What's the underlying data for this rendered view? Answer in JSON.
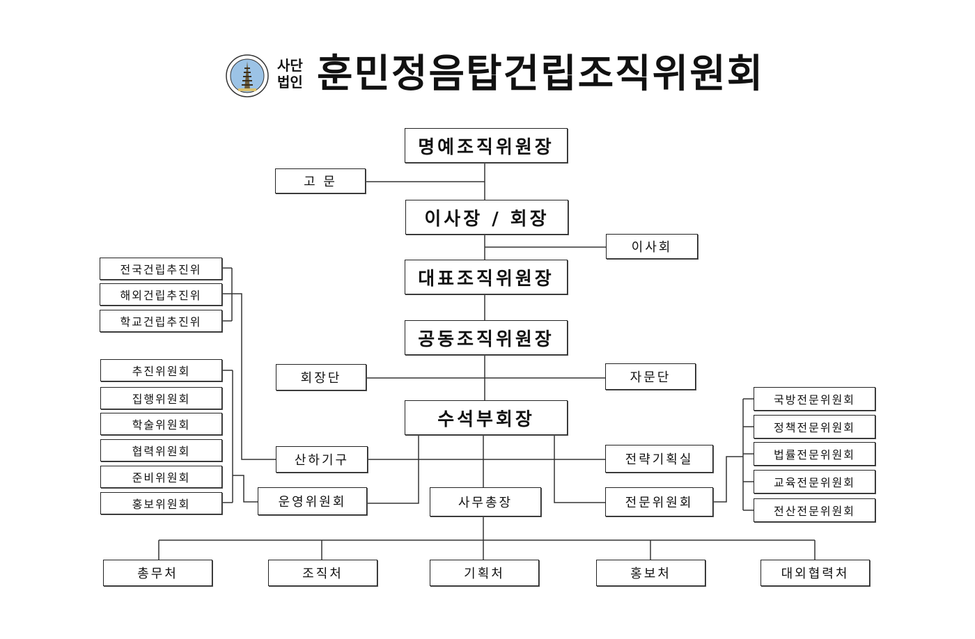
{
  "header": {
    "org_type": [
      "사단",
      "법인"
    ],
    "title": "훈민정음탑건립조직위원회"
  },
  "chart": {
    "honorary_chair": "명예조직위원장",
    "advisor": "고 문",
    "chairman": "이사장 / 회장",
    "board": "이사회",
    "representative_chair": "대표조직위원장",
    "co_chair": "공동조직위원장",
    "presidium": "회장단",
    "advisory_group": "자문단",
    "senior_vice_chair": "수석부회장",
    "affiliated_org": "산하기구",
    "strategy_office": "전략기획실",
    "steering_committee": "운영위원회",
    "secretary_general": "사무총장",
    "expert_committee": "전문위원회",
    "promotion_groups": [
      "전국건립추진위",
      "해외건립추진위",
      "학교건립추진위"
    ],
    "committees": [
      "추진위원회",
      "집행위원회",
      "학술위원회",
      "협력위원회",
      "준비위원회",
      "홍보위원회"
    ],
    "expert_subcommittees": [
      "국방전문위원회",
      "정책전문위원회",
      "법률전문위원회",
      "교육전문위원회",
      "전산전문위원회"
    ],
    "departments": [
      "총무처",
      "조직처",
      "기획처",
      "홍보처",
      "대외협력처"
    ]
  }
}
